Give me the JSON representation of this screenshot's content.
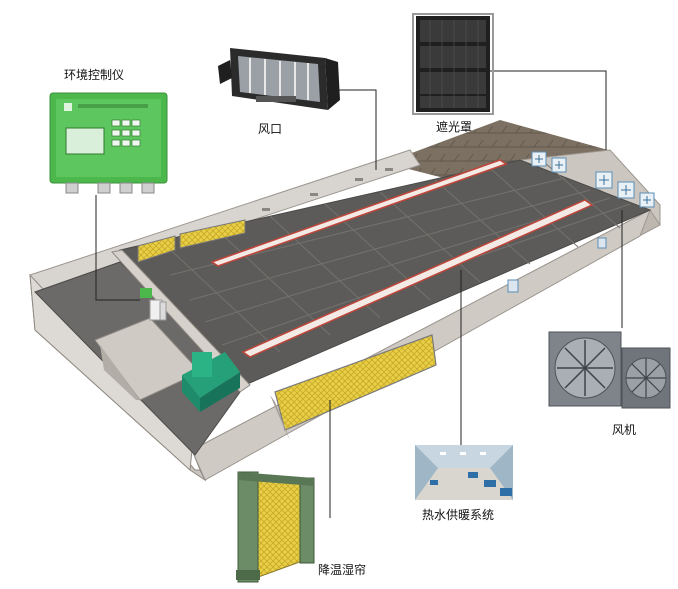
{
  "labels": {
    "controller": "环境控制仪",
    "air_inlet": "风口",
    "light_trap": "遮光罩",
    "fan": "风机",
    "heating": "热水供暖系统",
    "cooling_pad": "降温湿帘"
  },
  "colors": {
    "wall": "#d8d4cf",
    "wall_dark": "#a9a39c",
    "floor": "#5c5b59",
    "floor_line": "#74726f",
    "roof": "#7b7062",
    "pad_yellow": "#e8d046",
    "pad_frame": "#6c8b67",
    "controller_green": "#4cb84c",
    "heater_green": "#1e8c6a",
    "pipe_red": "#c0463a",
    "leader": "#222222"
  }
}
